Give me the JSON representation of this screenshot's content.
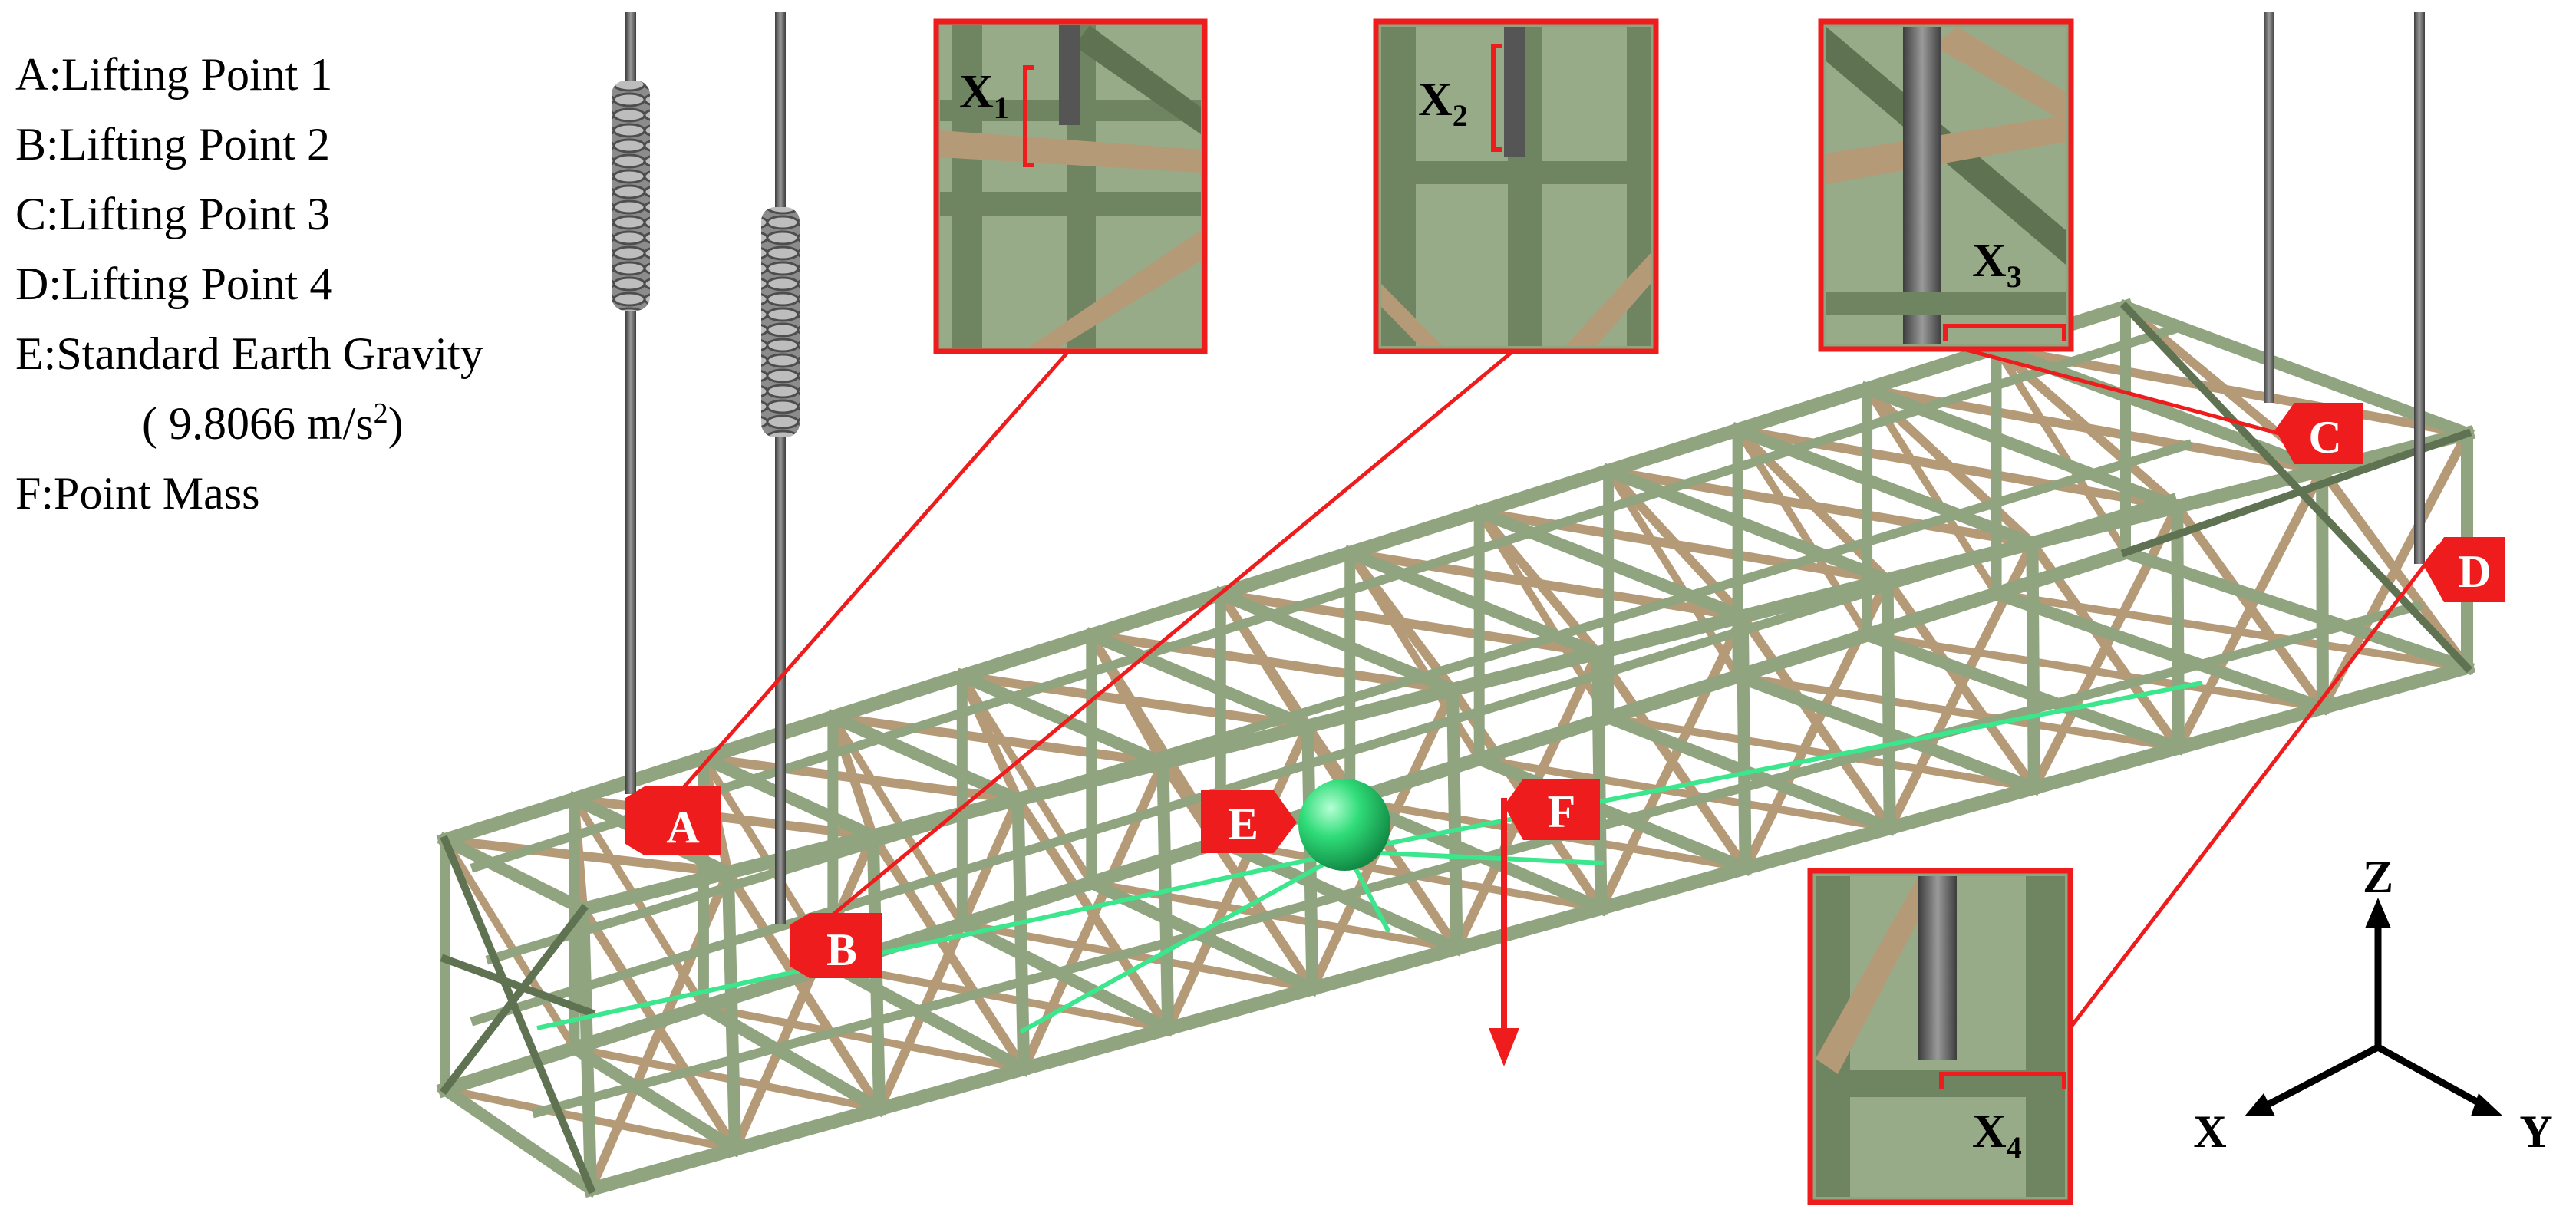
{
  "legend": {
    "a": "A:Lifting Point 1",
    "b": "B:Lifting Point 2",
    "c": "C:Lifting Point 3",
    "d": "D:Lifting Point 4",
    "e": "E:Standard Earth Gravity",
    "e_value_prefix": "( 9.8066 m/s",
    "e_value_exp": "2",
    "e_value_suffix": ")",
    "f": "F:Point Mass"
  },
  "markers": {
    "a": "A",
    "b": "B",
    "c": "C",
    "d": "D",
    "e": "E",
    "f": "F"
  },
  "insets": {
    "x1": {
      "main": "X",
      "sub": "1"
    },
    "x2": {
      "main": "X",
      "sub": "2"
    },
    "x3": {
      "main": "X",
      "sub": "3"
    },
    "x4": {
      "main": "X",
      "sub": "4"
    }
  },
  "axes": {
    "z": "Z",
    "x": "X",
    "y": "Y"
  },
  "colors": {
    "frame_green": "#8fa47f",
    "frame_dark": "#5f7352",
    "brace_tan": "#b59a78",
    "cable_grey": "#6b6b6b",
    "marker_red": "#ee1c1c",
    "line_green": "#3be68c",
    "sphere_green": "#27d36e"
  }
}
